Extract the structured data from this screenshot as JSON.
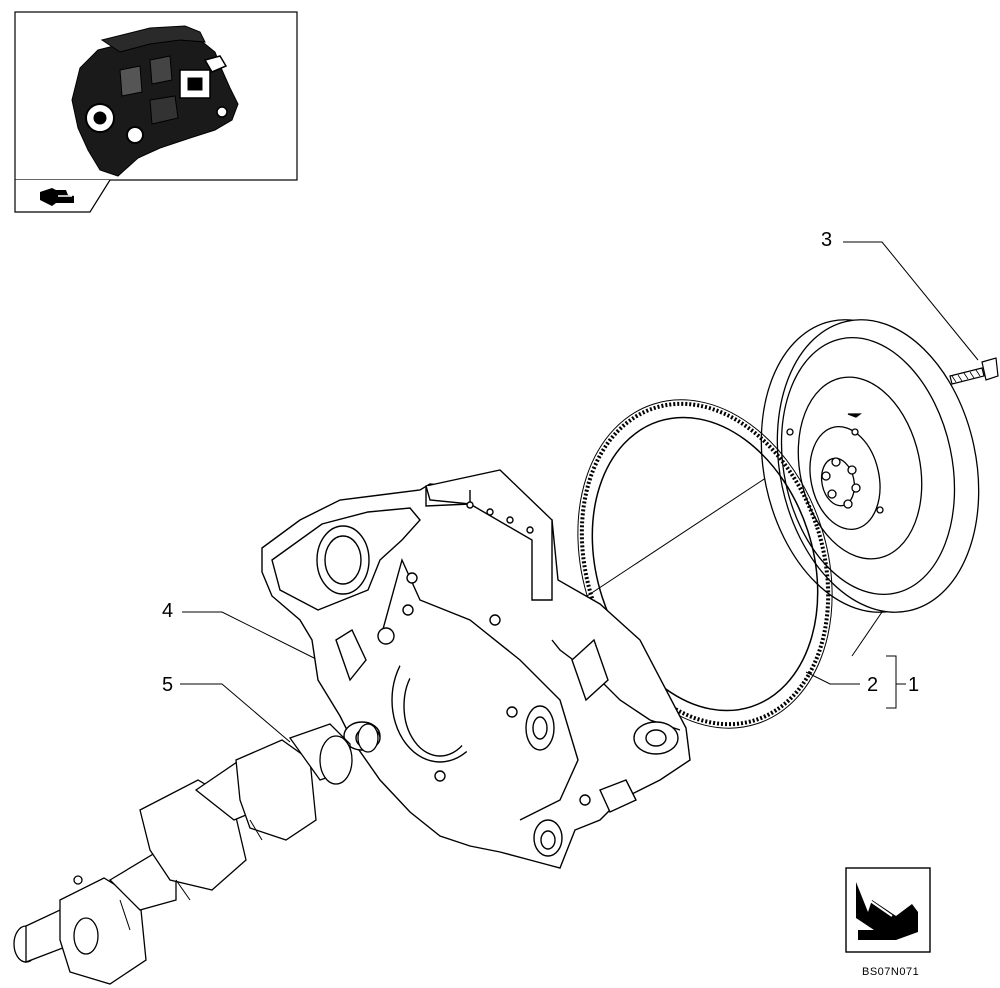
{
  "callouts": {
    "c1": "1",
    "c2": "2",
    "c3": "3",
    "c4": "4",
    "c5": "5"
  },
  "reference_code": "BS07N071",
  "icons": {
    "engine_thumbnail": "engine-thumbnail-icon",
    "back_arrow": "back-arrow-icon",
    "direction_arrow": "direction-arrow-icon"
  }
}
